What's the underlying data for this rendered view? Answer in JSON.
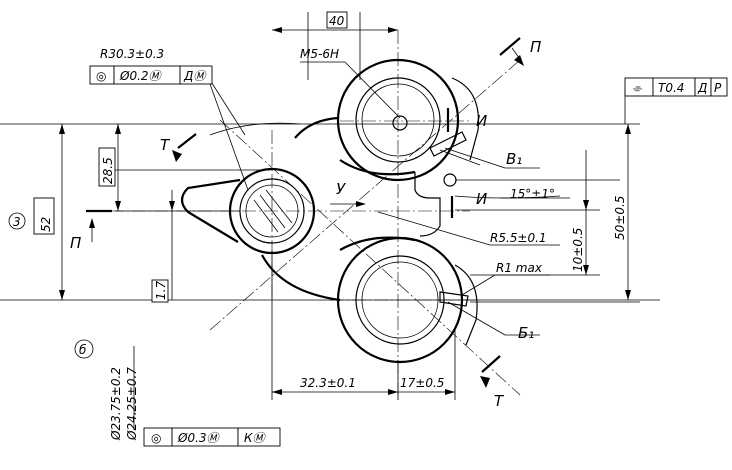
{
  "dims": {
    "top_width": "40",
    "thread": "M5-6H",
    "radius_main": "R30.3±0.3",
    "angle": "15°±1°",
    "r_small": "R5.5±0.1",
    "r_max": "R1 max",
    "height_28": "28.5",
    "small_17v": "1.7",
    "bottom_left": "32.3±0.1",
    "bottom_right": "17±0.5",
    "right_10": "10±0.5",
    "right_50": "50±0.5",
    "dia_1": "Ø23.75±0.2",
    "dia_2": "Ø24.25±0.7"
  },
  "frames": {
    "top_left": [
      "◎",
      "Ø0.2Ⓜ",
      "ДⓂ"
    ],
    "top_right": [
      "⌯",
      "T0.4",
      "Д",
      "P"
    ],
    "bottom": [
      "◎",
      "Ø0.3Ⓜ",
      "КⓂ"
    ]
  },
  "boxed_value": "52",
  "callouts": {
    "circle_3": "3",
    "circle_6": "б"
  },
  "letters": {
    "P_top": "П",
    "P_left": "П",
    "T_top": "T",
    "T_bottom": "T",
    "U_center": "У",
    "I_top": "И",
    "I_mid": "И",
    "V1": "В₁",
    "B1": "Б₁"
  }
}
